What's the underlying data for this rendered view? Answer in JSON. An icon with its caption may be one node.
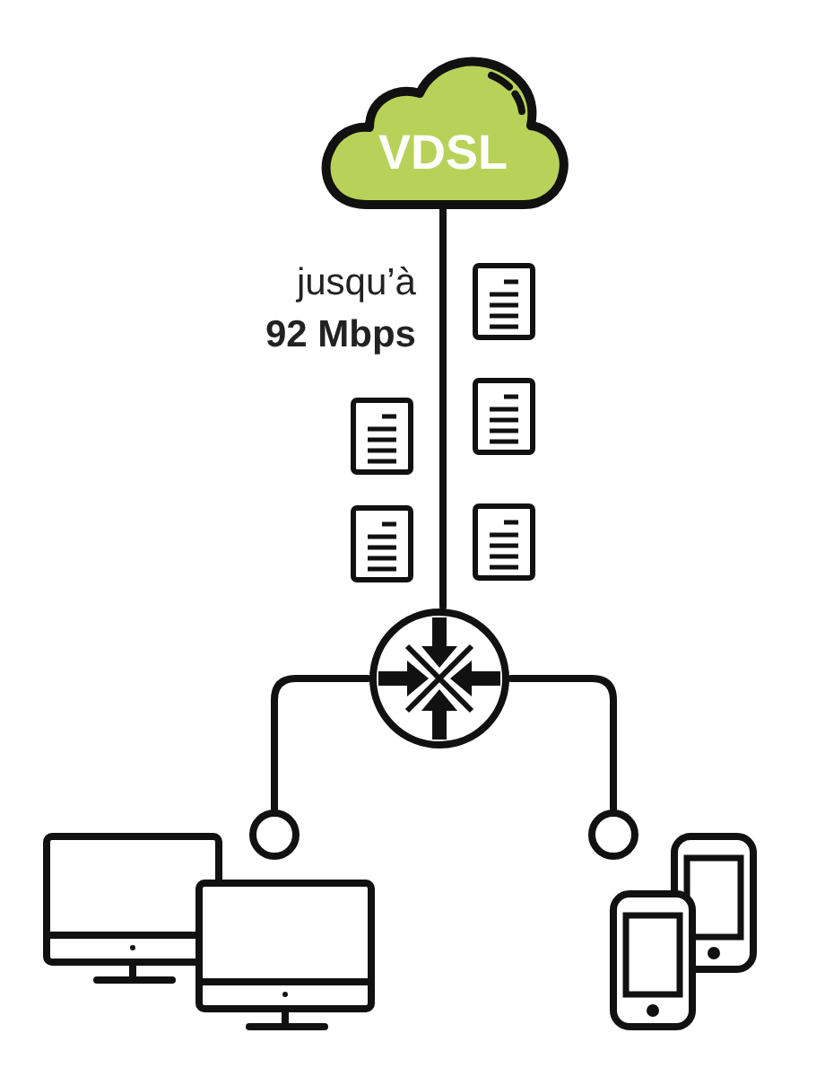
{
  "diagram": {
    "nodes": [
      {
        "text": [
          "VDSL"
        ]
      },
      {
        "text": [],
        "shape": "circle"
      },
      {
        "text": [],
        "shape": "circle"
      },
      {
        "text": [],
        "shape": "circle"
      }
    ],
    "edges": [
      {
        "from": 0,
        "to": 1,
        "arrow": "none",
        "label": "jusqu’à **92 Mbps**"
      },
      {
        "from": 1,
        "to": 2,
        "arrow": "none"
      },
      {
        "from": 1,
        "to": 3,
        "arrow": "none"
      }
    ]
  }
}
